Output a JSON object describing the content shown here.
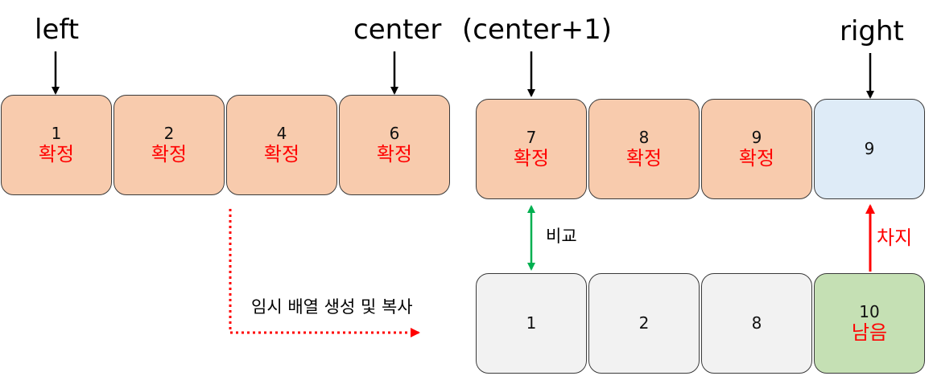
{
  "pointers": {
    "left": "left",
    "center": "center",
    "center_plus_one": "(center+1)",
    "right": "right"
  },
  "left_half": [
    {
      "value": "1",
      "tag": "확정"
    },
    {
      "value": "2",
      "tag": "확정"
    },
    {
      "value": "4",
      "tag": "확정"
    },
    {
      "value": "6",
      "tag": "확정"
    }
  ],
  "right_half": [
    {
      "value": "7",
      "tag": "확정"
    },
    {
      "value": "8",
      "tag": "확정"
    },
    {
      "value": "9",
      "tag": "확정"
    },
    {
      "value": "9",
      "tag": ""
    }
  ],
  "temp_array": [
    {
      "value": "1",
      "tag": ""
    },
    {
      "value": "2",
      "tag": ""
    },
    {
      "value": "8",
      "tag": ""
    },
    {
      "value": "10",
      "tag": "남음"
    }
  ],
  "notes": {
    "compare": "비교",
    "occupy": "차지",
    "temp_copy": "임시 배열 생성 및 복사"
  },
  "colors": {
    "confirmed_fill": "#f8cbad",
    "pending_fill": "#deebf7",
    "temp_fill": "#f2f2f2",
    "remaining_fill": "#c5e0b4",
    "highlight_text": "#ff0000",
    "compare_arrow": "#00b050"
  }
}
